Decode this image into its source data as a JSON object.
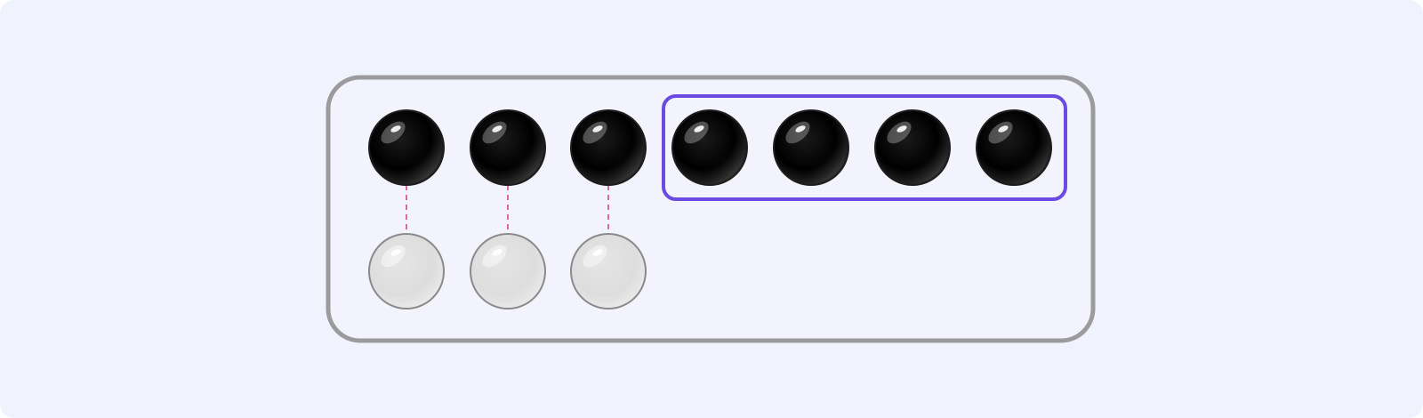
{
  "diagram": {
    "kind": "counter-comparison",
    "top_row": {
      "count": 7,
      "counter_color": "black"
    },
    "bottom_row": {
      "count": 3,
      "counter_color": "white"
    },
    "matched_pairs": 3,
    "unmatched_highlighted": 4,
    "colors": {
      "background": "#f0f3fe",
      "frame_border": "#9b9b9e",
      "frame_fill": "#f2f3fc",
      "highlight_border": "#6a4ae0",
      "pair_line": "#d9468f",
      "black_counter": "#000000",
      "white_counter": "#dddedd"
    }
  }
}
